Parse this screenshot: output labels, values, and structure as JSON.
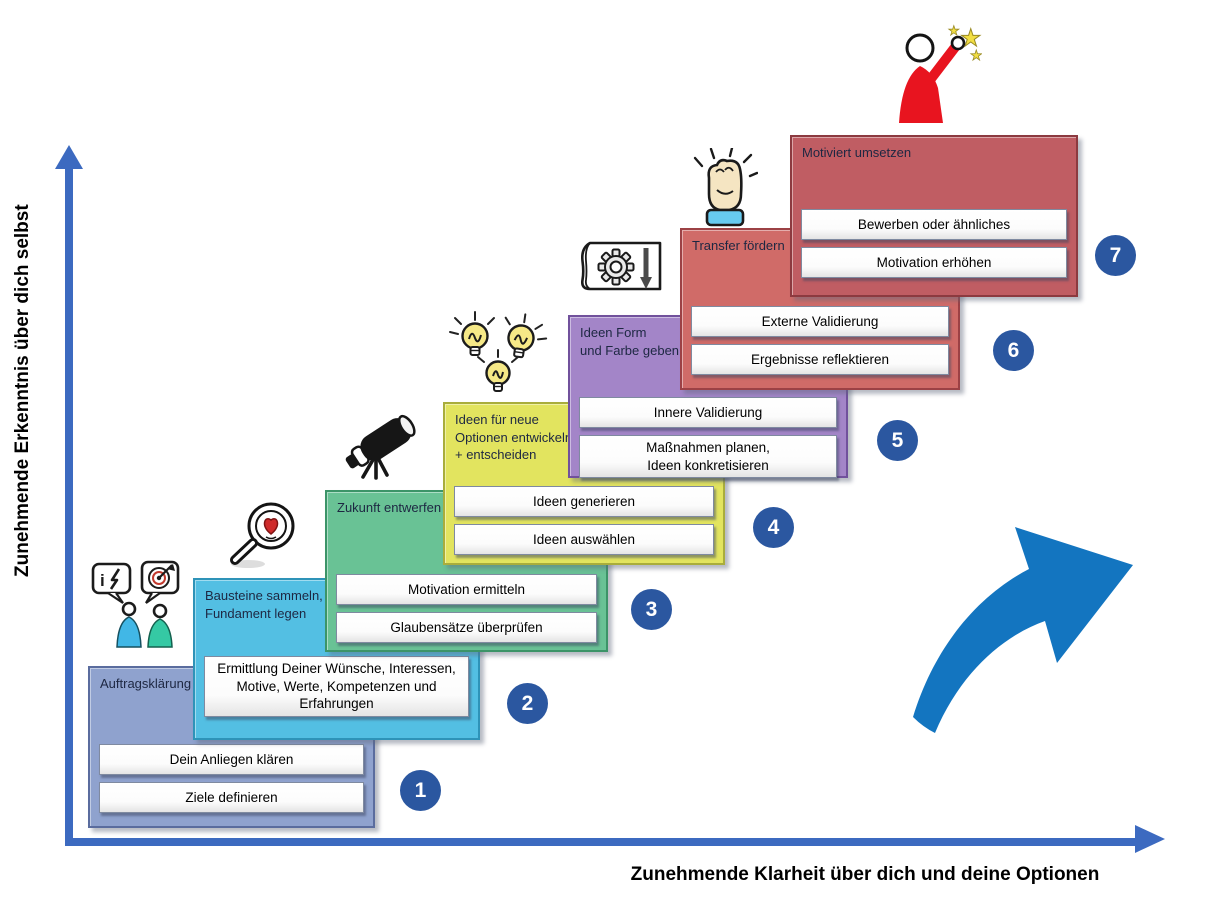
{
  "axes": {
    "y_label": "Zunehmende Erkenntnis über dich selbst",
    "x_label": "Zunehmende Klarheit über dich und deine Optionen",
    "axis_color": "#3c6ac0"
  },
  "accent": {
    "number_circle_color": "#2b57a0",
    "big_arrow_color": "#1375c0"
  },
  "steps": [
    {
      "number": "1",
      "title": "Auftragsklärung",
      "fill": "#8FA2CE",
      "border": "#5A6C9E",
      "items": [
        "Dein Anliegen klären",
        "Ziele definieren"
      ]
    },
    {
      "number": "2",
      "title": "Bausteine sammeln,\nFundament legen",
      "fill": "#53BFE3",
      "border": "#2E93B8",
      "items": [
        "Ermittlung Deiner Wünsche, Interessen, Motive, Werte, Kompetenzen und Erfahrungen"
      ]
    },
    {
      "number": "3",
      "title": "Zukunft entwerfen",
      "fill": "#69C295",
      "border": "#3C9468",
      "items": [
        "Motivation ermitteln",
        "Glaubensätze überprüfen"
      ]
    },
    {
      "number": "4",
      "title": "Ideen für neue\nOptionen entwickeln\n+ entscheiden",
      "fill": "#E2E45F",
      "border": "#A9AD3C",
      "items": [
        "Ideen generieren",
        "Ideen auswählen"
      ]
    },
    {
      "number": "5",
      "title": "Ideen Form\nund Farbe geben",
      "fill": "#A385C8",
      "border": "#71519C",
      "items": [
        "Innere Validierung",
        "Maßnahmen planen,\nIdeen konkretisieren"
      ]
    },
    {
      "number": "6",
      "title": "Transfer fördern",
      "fill": "#D06B68",
      "border": "#9C4145",
      "items": [
        "Externe Validierung",
        "Ergebnisse reflektieren"
      ]
    },
    {
      "number": "7",
      "title": "Motiviert umsetzen",
      "fill": "#C05D63",
      "border": "#8C3A40",
      "items": [
        "Bewerben oder ähnliches",
        "Motivation erhöhen"
      ]
    }
  ],
  "icons": {
    "near_step_1": "dialogue-info-target-icon",
    "near_step_2": "magnifier-heart-icon",
    "near_step_3": "telescope-icon",
    "near_step_4": "lightbulbs-icon",
    "near_step_5": "plan-gear-scroll-icon",
    "near_step_6": "fist-pump-icon",
    "top_right": "reaching-for-stars-icon",
    "bottom_right": "swoosh-arrow-icon"
  }
}
